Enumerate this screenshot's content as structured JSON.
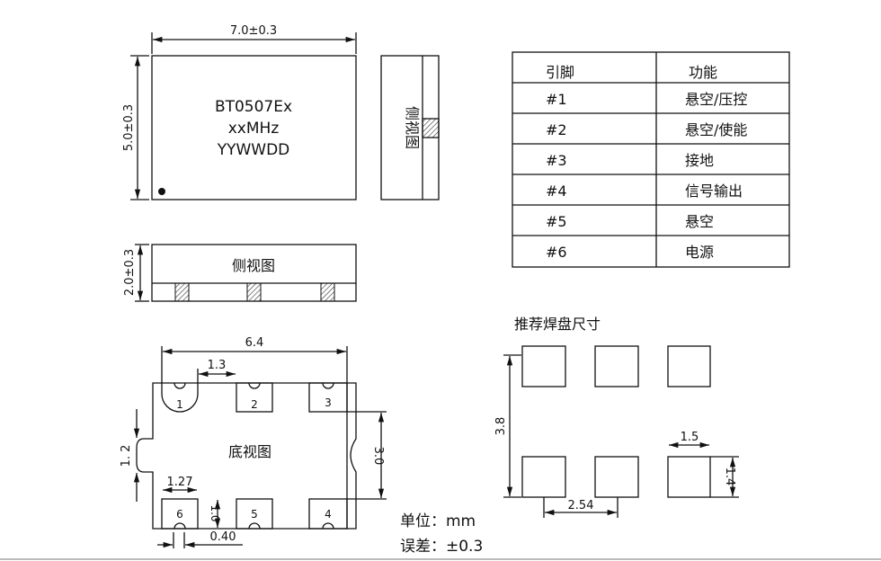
{
  "top_view": {
    "dim_width": "7.0±0.3",
    "dim_height": "5.0±0.3",
    "marking": [
      "BT0507Ex",
      "xxMHz",
      "YYWWDD"
    ]
  },
  "side_view_right": {
    "label": "侧视图"
  },
  "side_view_bottom": {
    "label": "侧视图",
    "dim_height": "2.0±0.3"
  },
  "bottom_view": {
    "label": "底视图",
    "dim_width": "6.4",
    "dim_pitch": "1.3",
    "dim_height": "3.0",
    "dim_notch": "1. 2",
    "dim_pad_w": "1.27",
    "dim_pad_h": "1.0",
    "dim_gap": "0.40",
    "pads": [
      "1",
      "2",
      "3",
      "4",
      "5",
      "6"
    ]
  },
  "pin_table": {
    "headers": [
      "引脚",
      "功能"
    ],
    "rows": [
      [
        "#1",
        "悬空/压控"
      ],
      [
        "#2",
        "悬空/使能"
      ],
      [
        "#3",
        "接地"
      ],
      [
        "#4",
        "信号输出"
      ],
      [
        "#5",
        "悬空"
      ],
      [
        "#6",
        "电源"
      ]
    ]
  },
  "land_pattern": {
    "title": "推荐焊盘尺寸",
    "dim_row_gap": "3.8",
    "dim_pitch": "2.54",
    "dim_pad_w": "1.5",
    "dim_pad_h": "1.4"
  },
  "notes": {
    "unit": "单位：mm",
    "tolerance": "误差：±0.3"
  }
}
